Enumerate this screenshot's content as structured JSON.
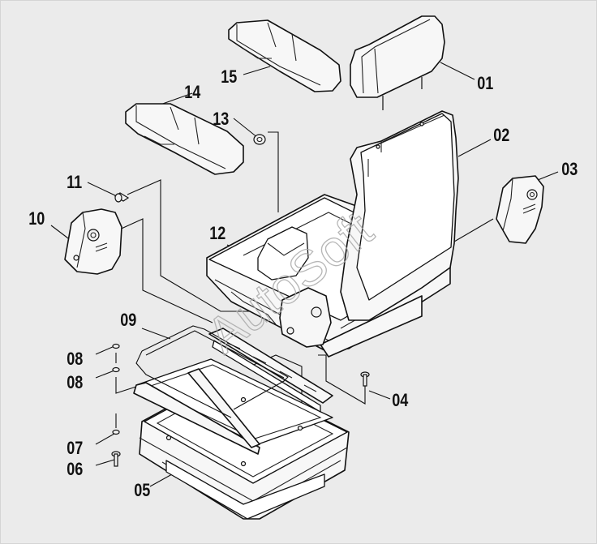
{
  "callouts": [
    {
      "id": "01",
      "label": "01"
    },
    {
      "id": "02",
      "label": "02"
    },
    {
      "id": "03",
      "label": "03"
    },
    {
      "id": "04",
      "label": "04"
    },
    {
      "id": "05",
      "label": "05"
    },
    {
      "id": "06",
      "label": "06"
    },
    {
      "id": "07",
      "label": "07"
    },
    {
      "id": "08a",
      "label": "08"
    },
    {
      "id": "08b",
      "label": "08"
    },
    {
      "id": "09",
      "label": "09"
    },
    {
      "id": "10",
      "label": "10"
    },
    {
      "id": "11",
      "label": "11"
    },
    {
      "id": "12",
      "label": "12"
    },
    {
      "id": "13",
      "label": "13"
    },
    {
      "id": "14",
      "label": "14"
    },
    {
      "id": "15",
      "label": "15"
    }
  ],
  "watermark": "AutoSoft",
  "colors": {
    "background": "#ebebeb",
    "line": "#111111",
    "watermark": "#aaaaaa"
  }
}
